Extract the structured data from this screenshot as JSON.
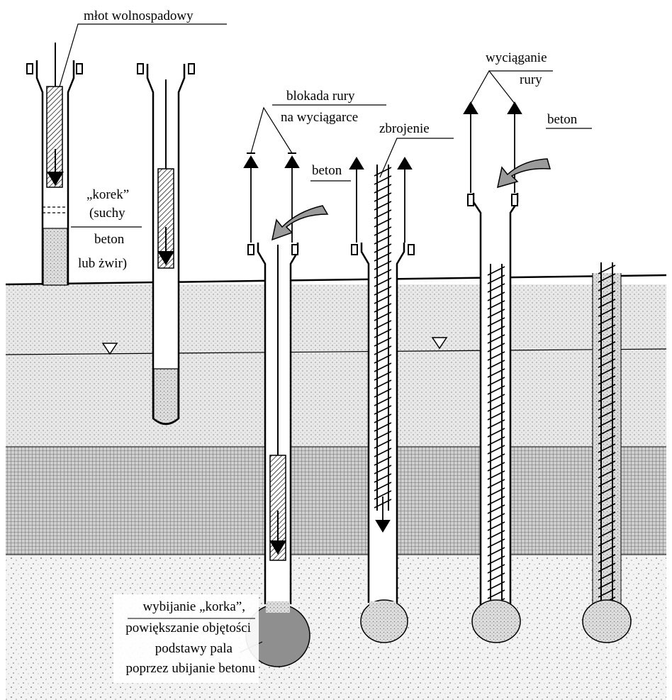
{
  "labels": {
    "hammer": "młot wolnospadowy",
    "plug_1": "„korek”",
    "plug_2": "(suchy",
    "plug_3": "beton",
    "plug_4": "lub żwir)",
    "lock_1": "blokada rury",
    "lock_2": "na wyciągarce",
    "concrete_a": "beton",
    "rebar": "zbrojenie",
    "pull_1": "wyciąganie",
    "pull_2": "rury",
    "concrete_b": "beton",
    "base_1": "wybijanie „korka”,",
    "base_2": "powiększanie objętości",
    "base_3": "podstawy pala",
    "base_4": "poprzez ubijanie betonu"
  },
  "colors": {
    "ink": "#000000",
    "soil_fine": "#e4e4e4",
    "soil_clay": "#c9c9c9",
    "soil_coarse": "#f2f2f2",
    "concrete": "#cfcfcf",
    "bulb_dark": "#8f8f8f"
  },
  "icons": {
    "water_level": "inverted-triangle-icon",
    "pull_arrow": "up-arrow-icon",
    "concrete_pour": "curved-arrow-icon"
  }
}
